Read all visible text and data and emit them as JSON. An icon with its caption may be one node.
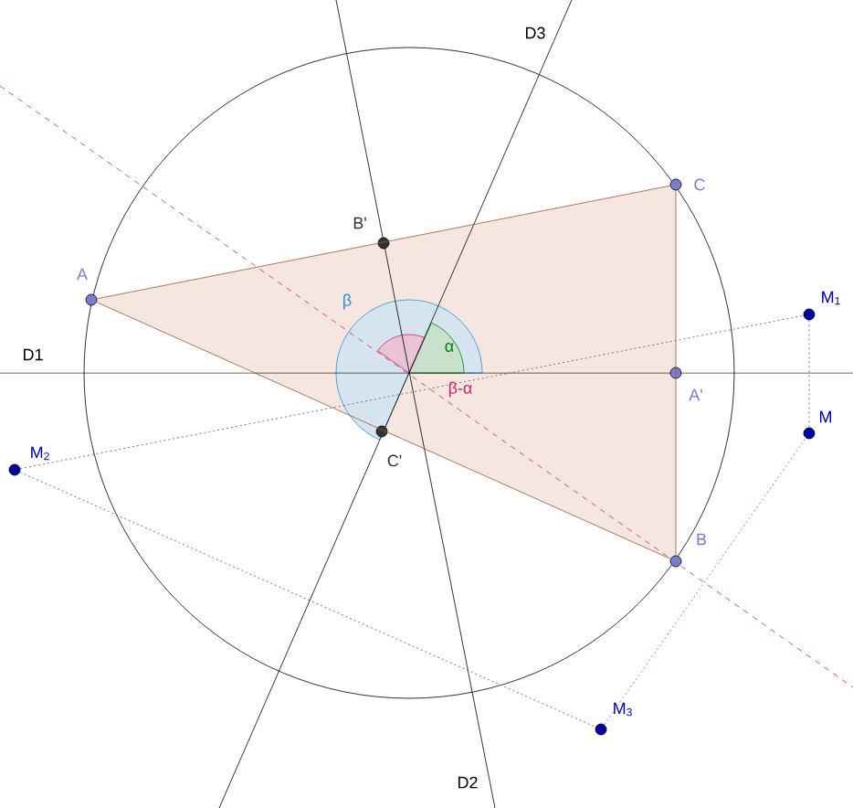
{
  "diagram": {
    "nodes": [
      {
        "text": [
          "C"
        ]
      },
      {
        "text": [
          "B'"
        ]
      },
      {
        "text": [
          "A"
        ]
      },
      {
        "text": [
          "M$_{1}$"
        ]
      },
      {
        "text": [
          "A'"
        ]
      },
      {
        "text": [
          "C'"
        ]
      },
      {
        "text": [
          "M"
        ]
      },
      {
        "text": [
          "M$_{2}$"
        ]
      },
      {
        "text": [
          "B"
        ]
      },
      {
        "text": [
          "M$_{3}$"
        ]
      }
    ],
    "edges": [
      {
        "from": 2,
        "to": 8,
        "arrow": "none"
      },
      {
        "from": 8,
        "to": 0,
        "arrow": "none"
      },
      {
        "from": 0,
        "to": 2,
        "arrow": "none"
      },
      {
        "from": 7,
        "to": 3,
        "arrow": "none",
        "style": "dashed",
        "color": "#555555"
      },
      {
        "from": 7,
        "to": 9,
        "arrow": "none",
        "style": "dashed",
        "color": "#555555"
      },
      {
        "from": 9,
        "to": 6,
        "arrow": "none",
        "style": "dashed",
        "color": "#d0407a"
      },
      {
        "from": 3,
        "to": 6,
        "arrow": "none",
        "style": "dashed",
        "color": "#555555"
      }
    ],
    "labels": [
      "D3",
      "D1",
      "β",
      "α",
      "β-α",
      "D2"
    ]
  }
}
